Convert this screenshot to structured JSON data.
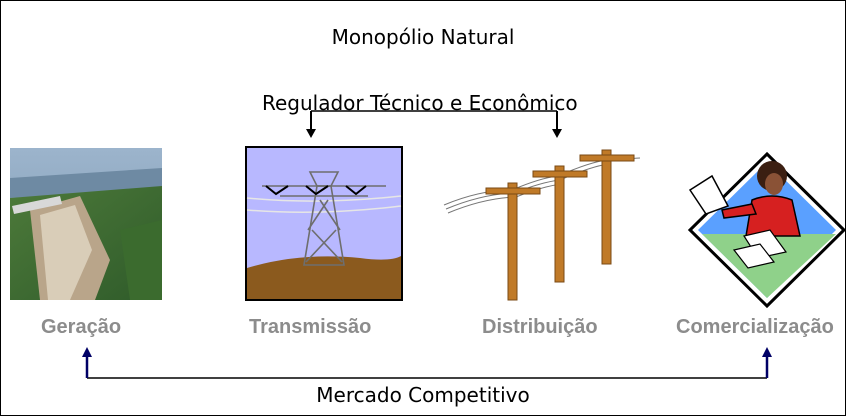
{
  "title": "Monopólio Natural",
  "regulator": "Regulador Técnico e Econômico",
  "market": "Mercado Competitivo",
  "stages": [
    {
      "label": "Geração",
      "icon": "hydro-dam-photo"
    },
    {
      "label": "Transmissão",
      "icon": "transmission-tower-icon"
    },
    {
      "label": "Distribuição",
      "icon": "utility-poles-icon"
    },
    {
      "label": "Comercialização",
      "icon": "sales-person-icon"
    }
  ],
  "colors": {
    "label": "#8c8c8c",
    "arrow_bottom": "#000066",
    "tower_bg": "#b8b8ff",
    "ground": "#8b5a1e",
    "pole": "#c07a28"
  }
}
